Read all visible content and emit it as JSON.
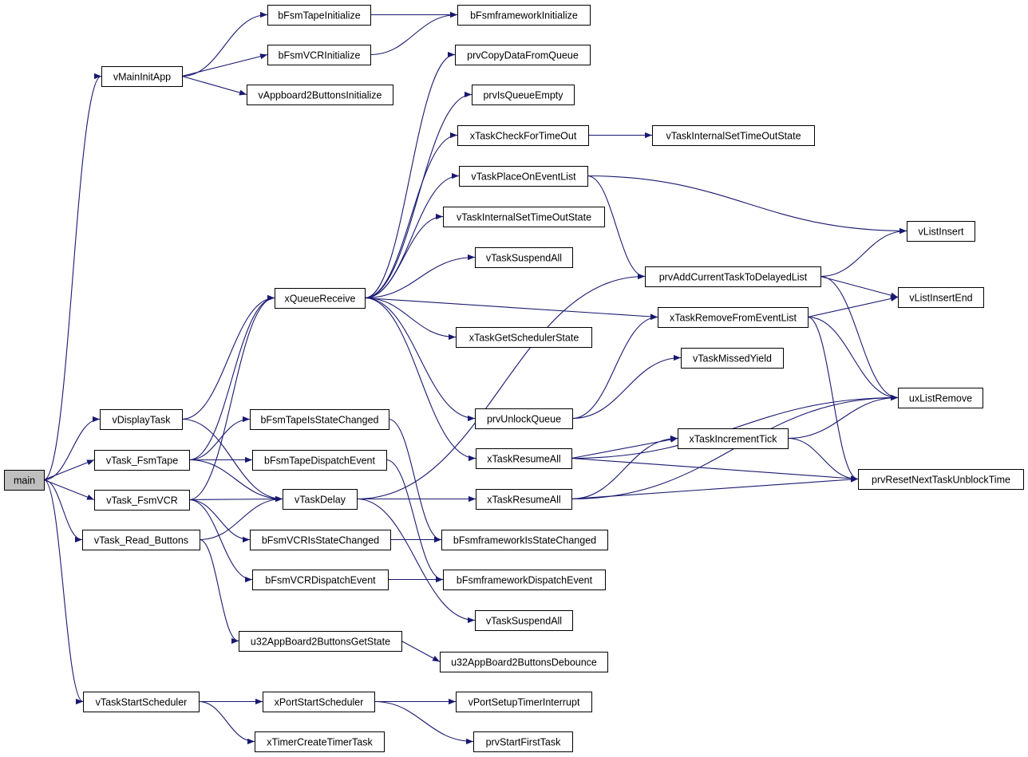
{
  "graph": {
    "edge_color": "#191970",
    "root_fill": "#bfbfbf",
    "nodes": [
      {
        "id": "main",
        "label": "main"
      },
      {
        "id": "vMainInitApp",
        "label": "vMainInitApp"
      },
      {
        "id": "bFsmTapeInitialize",
        "label": "bFsmTapeInitialize"
      },
      {
        "id": "bFsmVCRInitialize",
        "label": "bFsmVCRInitialize"
      },
      {
        "id": "vAppboard2ButtonsInitialize",
        "label": "vAppboard2ButtonsInitialize"
      },
      {
        "id": "bFsmframeworkInitialize",
        "label": "bFsmframeworkInitialize"
      },
      {
        "id": "vDisplayTask",
        "label": "vDisplayTask"
      },
      {
        "id": "vTask_FsmTape",
        "label": "vTask_FsmTape"
      },
      {
        "id": "vTask_FsmVCR",
        "label": "vTask_FsmVCR"
      },
      {
        "id": "vTask_Read_Buttons",
        "label": "vTask_Read_Buttons"
      },
      {
        "id": "vTaskStartScheduler",
        "label": "vTaskStartScheduler"
      },
      {
        "id": "xQueueReceive",
        "label": "xQueueReceive"
      },
      {
        "id": "prvCopyDataFromQueue",
        "label": "prvCopyDataFromQueue"
      },
      {
        "id": "prvIsQueueEmpty",
        "label": "prvIsQueueEmpty"
      },
      {
        "id": "xTaskCheckForTimeOut",
        "label": "xTaskCheckForTimeOut"
      },
      {
        "id": "vTaskInternalSetTimeOutState_a",
        "label": "vTaskInternalSetTimeOutState"
      },
      {
        "id": "vTaskPlaceOnEventList",
        "label": "vTaskPlaceOnEventList"
      },
      {
        "id": "vTaskInternalSetTimeOutState_b",
        "label": "vTaskInternalSetTimeOutState"
      },
      {
        "id": "vTaskSuspendAll_a",
        "label": "vTaskSuspendAll"
      },
      {
        "id": "xTaskGetSchedulerState",
        "label": "xTaskGetSchedulerState"
      },
      {
        "id": "prvUnlockQueue",
        "label": "prvUnlockQueue"
      },
      {
        "id": "xTaskResumeAll_a",
        "label": "xTaskResumeAll"
      },
      {
        "id": "prvAddCurrentTaskToDelayedList",
        "label": "prvAddCurrentTaskToDelayedList"
      },
      {
        "id": "xTaskRemoveFromEventList",
        "label": "xTaskRemoveFromEventList"
      },
      {
        "id": "vTaskMissedYield",
        "label": "vTaskMissedYield"
      },
      {
        "id": "xTaskIncrementTick",
        "label": "xTaskIncrementTick"
      },
      {
        "id": "vListInsert",
        "label": "vListInsert"
      },
      {
        "id": "vListInsertEnd",
        "label": "vListInsertEnd"
      },
      {
        "id": "uxListRemove",
        "label": "uxListRemove"
      },
      {
        "id": "prvResetNextTaskUnblockTime",
        "label": "prvResetNextTaskUnblockTime"
      },
      {
        "id": "bFsmTapeIsStateChanged",
        "label": "bFsmTapeIsStateChanged"
      },
      {
        "id": "bFsmTapeDispatchEvent",
        "label": "bFsmTapeDispatchEvent"
      },
      {
        "id": "vTaskDelay",
        "label": "vTaskDelay"
      },
      {
        "id": "xTaskResumeAll_b",
        "label": "xTaskResumeAll"
      },
      {
        "id": "bFsmVCRIsStateChanged",
        "label": "bFsmVCRIsStateChanged"
      },
      {
        "id": "bFsmVCRDispatchEvent",
        "label": "bFsmVCRDispatchEvent"
      },
      {
        "id": "bFsmframeworkIsStateChanged",
        "label": "bFsmframeworkIsStateChanged"
      },
      {
        "id": "bFsmframeworkDispatchEvent",
        "label": "bFsmframeworkDispatchEvent"
      },
      {
        "id": "vTaskSuspendAll_b",
        "label": "vTaskSuspendAll"
      },
      {
        "id": "u32AppBoard2ButtonsGetState",
        "label": "u32AppBoard2ButtonsGetState"
      },
      {
        "id": "u32AppBoard2ButtonsDebounce",
        "label": "u32AppBoard2ButtonsDebounce"
      },
      {
        "id": "xPortStartScheduler",
        "label": "xPortStartScheduler"
      },
      {
        "id": "xTimerCreateTimerTask",
        "label": "xTimerCreateTimerTask"
      },
      {
        "id": "vPortSetupTimerInterrupt",
        "label": "vPortSetupTimerInterrupt"
      },
      {
        "id": "prvStartFirstTask",
        "label": "prvStartFirstTask"
      }
    ],
    "edges": [
      [
        "main",
        "vMainInitApp"
      ],
      [
        "main",
        "vDisplayTask"
      ],
      [
        "main",
        "vTask_FsmTape"
      ],
      [
        "main",
        "vTask_FsmVCR"
      ],
      [
        "main",
        "vTask_Read_Buttons"
      ],
      [
        "main",
        "vTaskStartScheduler"
      ],
      [
        "vMainInitApp",
        "bFsmTapeInitialize"
      ],
      [
        "vMainInitApp",
        "bFsmVCRInitialize"
      ],
      [
        "vMainInitApp",
        "vAppboard2ButtonsInitialize"
      ],
      [
        "bFsmTapeInitialize",
        "bFsmframeworkInitialize"
      ],
      [
        "bFsmVCRInitialize",
        "bFsmframeworkInitialize"
      ],
      [
        "vDisplayTask",
        "xQueueReceive"
      ],
      [
        "vDisplayTask",
        "vTaskDelay"
      ],
      [
        "vTask_FsmTape",
        "xQueueReceive"
      ],
      [
        "vTask_FsmTape",
        "bFsmTapeIsStateChanged"
      ],
      [
        "vTask_FsmTape",
        "bFsmTapeDispatchEvent"
      ],
      [
        "vTask_FsmTape",
        "vTaskDelay"
      ],
      [
        "vTask_FsmVCR",
        "xQueueReceive"
      ],
      [
        "vTask_FsmVCR",
        "vTaskDelay"
      ],
      [
        "vTask_FsmVCR",
        "bFsmVCRIsStateChanged"
      ],
      [
        "vTask_FsmVCR",
        "bFsmVCRDispatchEvent"
      ],
      [
        "vTask_Read_Buttons",
        "vTaskDelay"
      ],
      [
        "vTask_Read_Buttons",
        "u32AppBoard2ButtonsGetState"
      ],
      [
        "vTaskStartScheduler",
        "xPortStartScheduler"
      ],
      [
        "vTaskStartScheduler",
        "xTimerCreateTimerTask"
      ],
      [
        "xQueueReceive",
        "prvCopyDataFromQueue"
      ],
      [
        "xQueueReceive",
        "prvIsQueueEmpty"
      ],
      [
        "xQueueReceive",
        "xTaskCheckForTimeOut"
      ],
      [
        "xQueueReceive",
        "vTaskPlaceOnEventList"
      ],
      [
        "xQueueReceive",
        "vTaskInternalSetTimeOutState_b"
      ],
      [
        "xQueueReceive",
        "vTaskSuspendAll_a"
      ],
      [
        "xQueueReceive",
        "xTaskGetSchedulerState"
      ],
      [
        "xQueueReceive",
        "prvUnlockQueue"
      ],
      [
        "xQueueReceive",
        "xTaskResumeAll_a"
      ],
      [
        "xQueueReceive",
        "xTaskRemoveFromEventList"
      ],
      [
        "xTaskCheckForTimeOut",
        "vTaskInternalSetTimeOutState_a"
      ],
      [
        "vTaskPlaceOnEventList",
        "vListInsert"
      ],
      [
        "vTaskPlaceOnEventList",
        "prvAddCurrentTaskToDelayedList"
      ],
      [
        "prvAddCurrentTaskToDelayedList",
        "vListInsert"
      ],
      [
        "prvAddCurrentTaskToDelayedList",
        "vListInsertEnd"
      ],
      [
        "prvAddCurrentTaskToDelayedList",
        "uxListRemove"
      ],
      [
        "xTaskRemoveFromEventList",
        "vListInsertEnd"
      ],
      [
        "xTaskRemoveFromEventList",
        "uxListRemove"
      ],
      [
        "xTaskRemoveFromEventList",
        "prvResetNextTaskUnblockTime"
      ],
      [
        "prvUnlockQueue",
        "vTaskMissedYield"
      ],
      [
        "prvUnlockQueue",
        "xTaskRemoveFromEventList"
      ],
      [
        "xTaskResumeAll_a",
        "uxListRemove"
      ],
      [
        "xTaskResumeAll_a",
        "xTaskIncrementTick"
      ],
      [
        "xTaskResumeAll_a",
        "prvResetNextTaskUnblockTime"
      ],
      [
        "xTaskIncrementTick",
        "uxListRemove"
      ],
      [
        "xTaskIncrementTick",
        "prvResetNextTaskUnblockTime"
      ],
      [
        "vTaskDelay",
        "prvAddCurrentTaskToDelayedList"
      ],
      [
        "vTaskDelay",
        "xTaskResumeAll_b"
      ],
      [
        "vTaskDelay",
        "vTaskSuspendAll_b"
      ],
      [
        "xTaskResumeAll_b",
        "xTaskIncrementTick"
      ],
      [
        "xTaskResumeAll_b",
        "uxListRemove"
      ],
      [
        "xTaskResumeAll_b",
        "prvResetNextTaskUnblockTime"
      ],
      [
        "bFsmTapeIsStateChanged",
        "bFsmframeworkIsStateChanged"
      ],
      [
        "bFsmTapeDispatchEvent",
        "bFsmframeworkDispatchEvent"
      ],
      [
        "bFsmVCRIsStateChanged",
        "bFsmframeworkIsStateChanged"
      ],
      [
        "bFsmVCRDispatchEvent",
        "bFsmframeworkDispatchEvent"
      ],
      [
        "u32AppBoard2ButtonsGetState",
        "u32AppBoard2ButtonsDebounce"
      ],
      [
        "xPortStartScheduler",
        "vPortSetupTimerInterrupt"
      ],
      [
        "xPortStartScheduler",
        "prvStartFirstTask"
      ]
    ]
  }
}
